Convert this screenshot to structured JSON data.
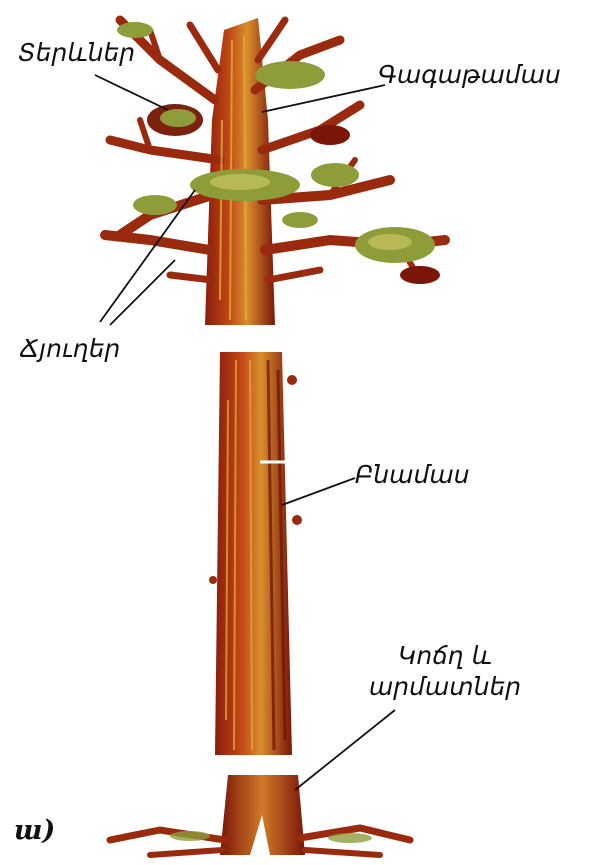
{
  "panel_label": "ա)",
  "labels": {
    "leaves": "Տերևներ",
    "crown": "Գագաթամաս",
    "branches": "Ճյուղեր",
    "trunk": "Բնամաս",
    "stump_line1": "Կոճղ և",
    "stump_line2": "արմատներ"
  },
  "colors": {
    "bark_dark": "#7a1508",
    "bark_mid": "#b0300f",
    "bark_light": "#d9962e",
    "foliage": "#8f9c3a",
    "foliage_light": "#b7b957",
    "line": "#111111"
  }
}
